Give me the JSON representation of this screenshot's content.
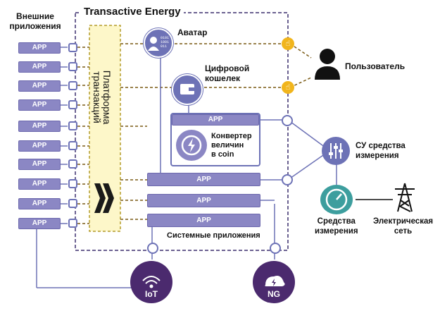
{
  "title": "Transactive Energy",
  "external_apps_label": "Внешние\nприложения",
  "app_label": "APP",
  "platform_label": "Платформа транзакций",
  "avatar": {
    "label": "Аватар",
    "icon_text": "0101\n1001\n011\n10"
  },
  "wallet_label": "Цифровой\nкошелек",
  "converter": {
    "app": "APP",
    "label": "Конвертер\nвеличин\nв coin"
  },
  "system_apps_label": "Системные приложения",
  "user_label": "Пользователь",
  "meter_control_label": "СУ средства\nизмерения",
  "meters_label": "Средства\nизмерения",
  "grid_label": "Электрическая\nсеть",
  "iot_label": "IoT",
  "ng_label": "NG",
  "colors": {
    "app": "#8b87c4",
    "connector": "#6d72b6",
    "dashed": "#3b2f6e",
    "platform_fill": "#fdf7c9",
    "brown_line": "#7a5a14",
    "accent_yellow": "#f1b51c",
    "teal": "#3d9e9e",
    "dark_purple": "#4b2a6e"
  }
}
